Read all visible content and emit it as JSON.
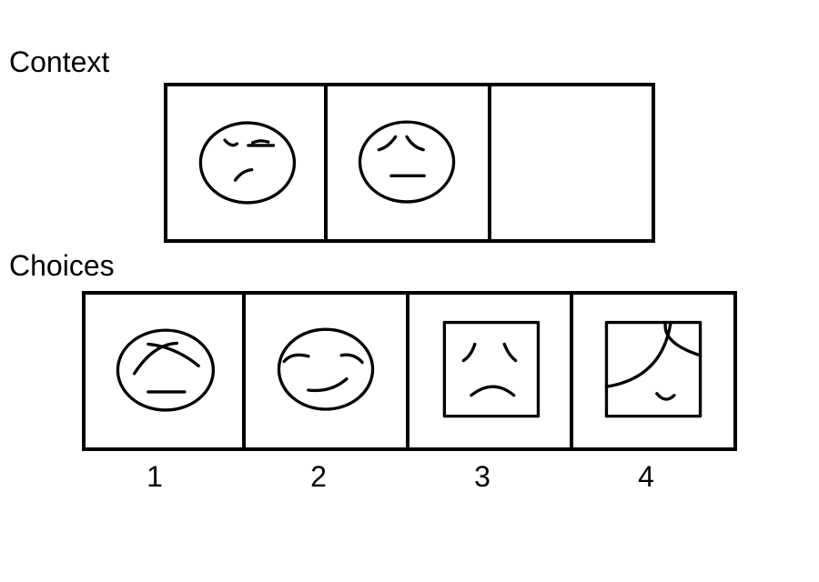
{
  "context": {
    "label": "Context",
    "panels": [
      {
        "content": "frowning-face-icon"
      },
      {
        "content": "sad-eyebrows-face-icon"
      },
      {
        "content": "empty"
      }
    ]
  },
  "choices": {
    "label": "Choices",
    "options": [
      {
        "number": "1",
        "content": "crossed-eyes-face-icon"
      },
      {
        "number": "2",
        "content": "smiling-face-icon"
      },
      {
        "number": "3",
        "content": "sad-square-face-icon"
      },
      {
        "number": "4",
        "content": "square-arcs-face-icon"
      }
    ]
  }
}
